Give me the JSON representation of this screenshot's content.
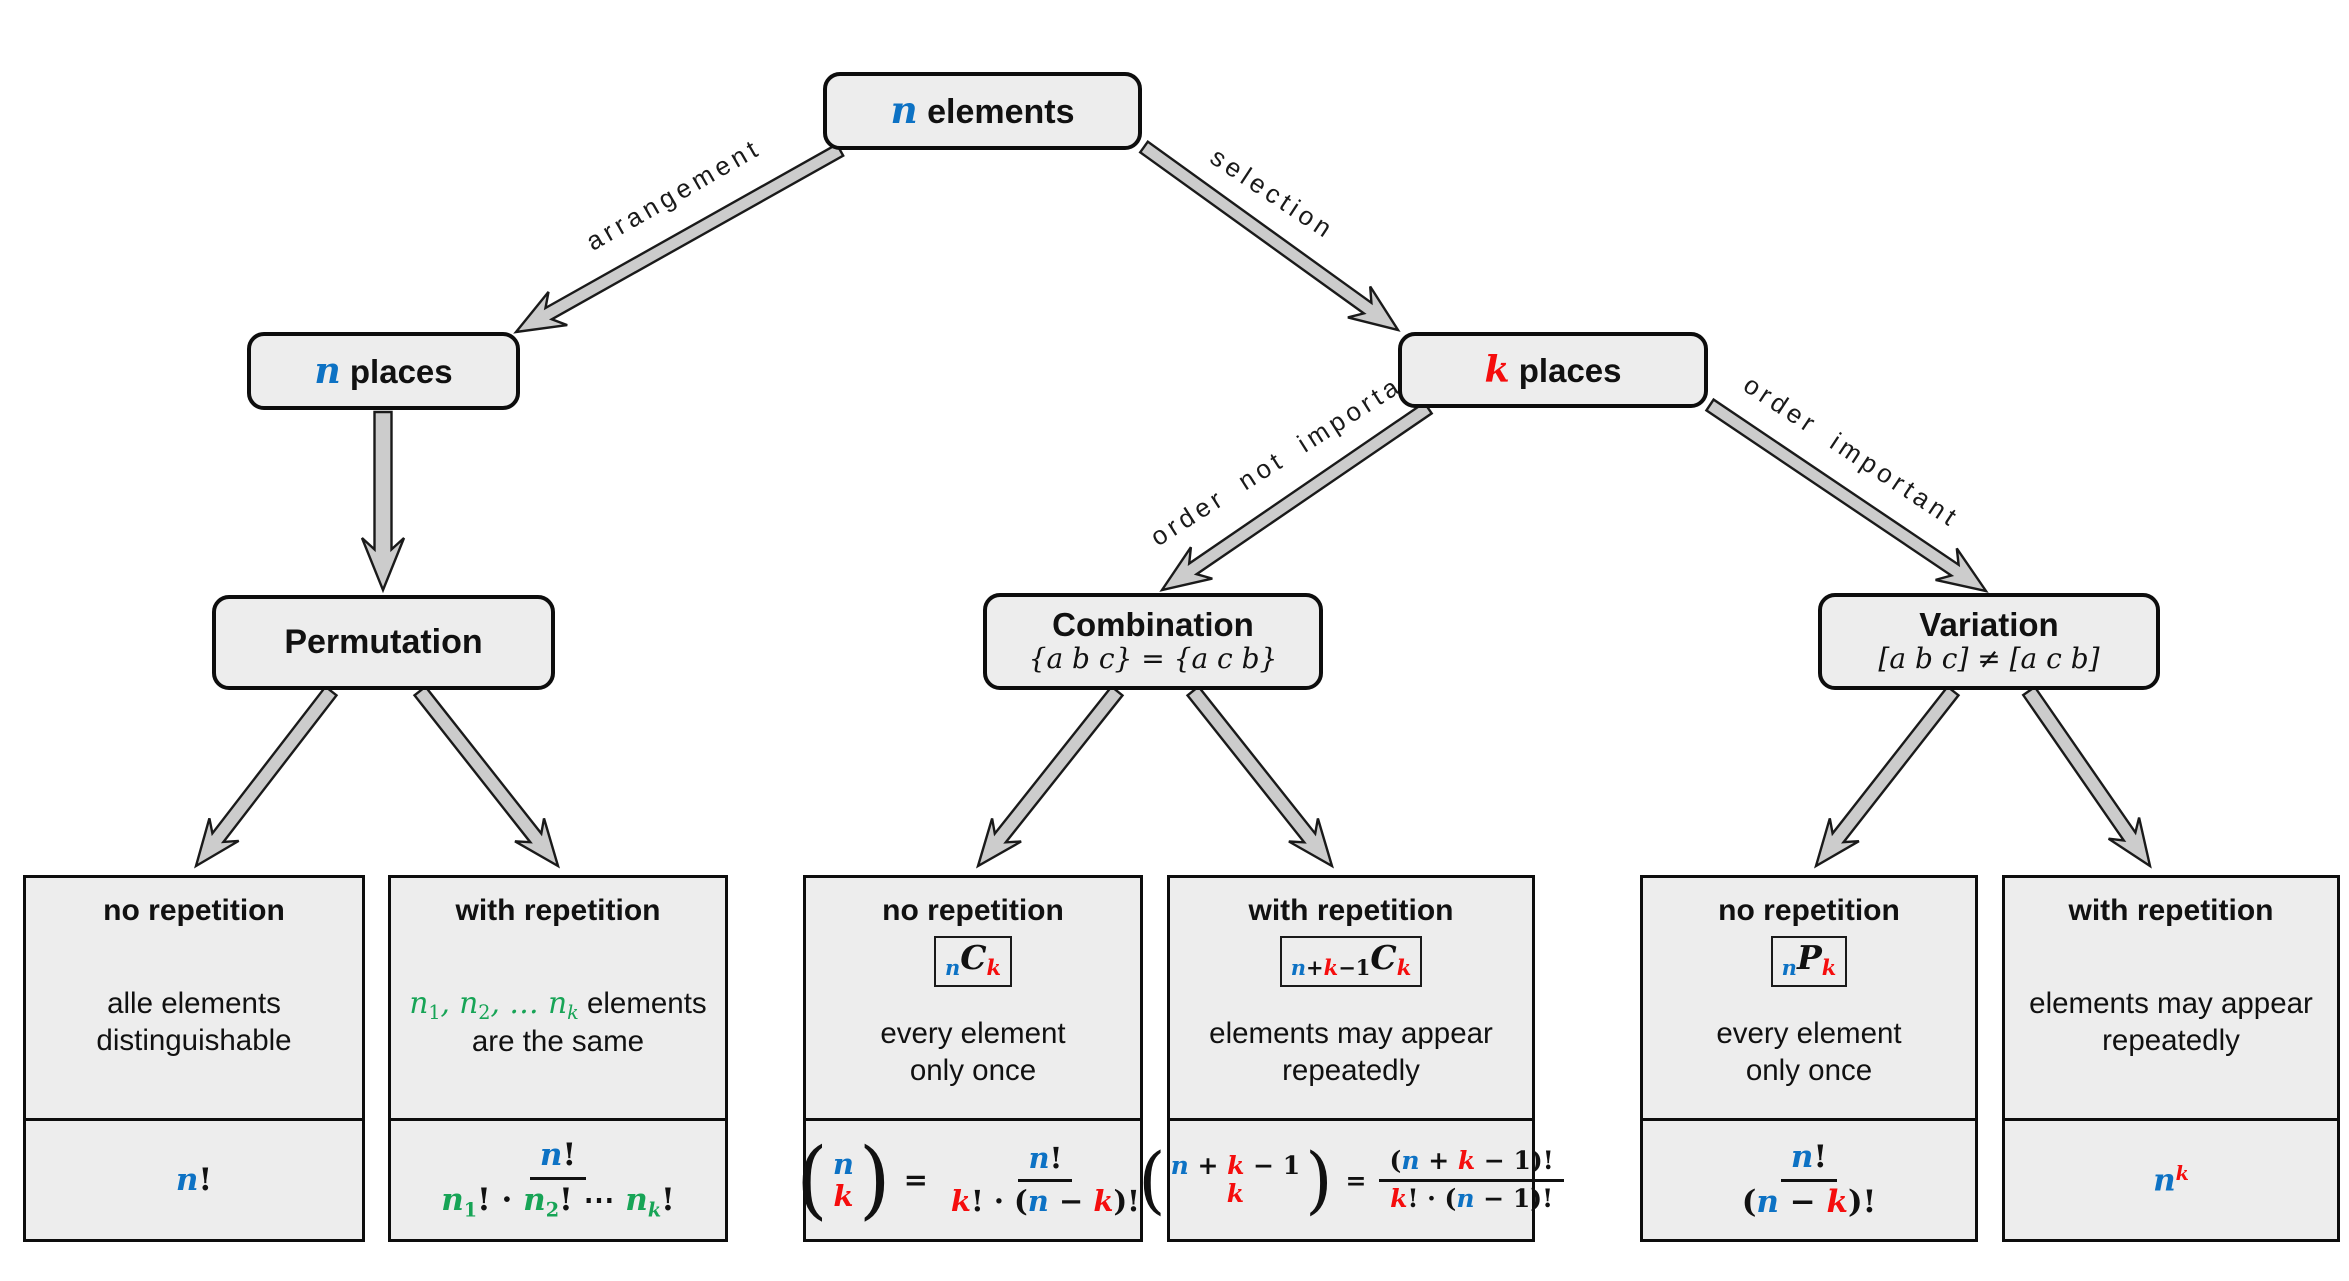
{
  "colors": {
    "blue": "#0d72c4",
    "red": "#f50d0d",
    "green": "#17a456",
    "box_fill": "#ededed",
    "box_border": "#0d0d0d",
    "arrow_fill": "#cccccc"
  },
  "notation": {
    "lparen": "(",
    "rparen": ")"
  },
  "edges": {
    "arrangement": "arrangement",
    "selection": "selection",
    "order_not_important": "order not important",
    "order_important": "order important"
  },
  "nodes": {
    "root": {
      "label": [
        {
          "t": "n",
          "c": "blue",
          "cls": "nm"
        },
        {
          "t": " elements"
        }
      ]
    },
    "n_places": {
      "label": [
        {
          "t": "n",
          "c": "blue",
          "cls": "nm"
        },
        {
          "t": " places"
        }
      ]
    },
    "k_places": {
      "label": [
        {
          "t": "k",
          "c": "red",
          "cls": "nm"
        },
        {
          "t": " places"
        }
      ]
    },
    "permutation": {
      "label": [
        {
          "t": "Permutation"
        }
      ]
    },
    "combination": {
      "label": [
        {
          "t": "Combination"
        }
      ],
      "sub": [
        {
          "t": "{a b c} = {a c b}"
        }
      ]
    },
    "variation": {
      "label": [
        {
          "t": "Variation"
        }
      ],
      "sub": [
        {
          "t": "[a b c] ≠ [a c b]"
        }
      ]
    }
  },
  "cells": [
    {
      "id": "permutation-no-repetition",
      "title": [
        {
          "t": "no repetition"
        }
      ],
      "badge": null,
      "desc": [
        {
          "t": "alle elements"
        },
        {
          "br": true
        },
        {
          "t": "distinguishable"
        }
      ],
      "formula": {
        "type": "plain",
        "segs": [
          {
            "t": "n",
            "c": "blue",
            "cls": "it"
          },
          {
            "t": "!"
          }
        ]
      }
    },
    {
      "id": "permutation-with-repetition",
      "title": [
        {
          "t": "with repetition"
        }
      ],
      "badge": null,
      "desc": [
        {
          "t": "n",
          "c": "green",
          "cls": "mi"
        },
        {
          "t": "1",
          "c": "green",
          "cls": "msub"
        },
        {
          "t": ", ",
          "c": "green",
          "cls": "mi"
        },
        {
          "t": "n",
          "c": "green",
          "cls": "mi"
        },
        {
          "t": "2",
          "c": "green",
          "cls": "msub"
        },
        {
          "t": ", … ",
          "c": "green",
          "cls": "mi"
        },
        {
          "t": "n",
          "c": "green",
          "cls": "mi"
        },
        {
          "t": "k",
          "c": "green",
          "cls": "msub mi"
        },
        {
          "t": " elements"
        },
        {
          "br": true
        },
        {
          "t": "are the same"
        }
      ],
      "formula": {
        "type": "frac",
        "num": [
          {
            "t": "n",
            "c": "blue",
            "cls": "it"
          },
          {
            "t": "!"
          }
        ],
        "den": [
          {
            "t": "n",
            "c": "green",
            "cls": "it"
          },
          {
            "t": "1",
            "c": "green",
            "cls": "sub"
          },
          {
            "t": "! · "
          },
          {
            "t": "n",
            "c": "green",
            "cls": "it"
          },
          {
            "t": "2",
            "c": "green",
            "cls": "sub"
          },
          {
            "t": "! ⋯ "
          },
          {
            "t": "n",
            "c": "green",
            "cls": "it"
          },
          {
            "t": "k",
            "c": "green",
            "cls": "sub it"
          },
          {
            "t": "!"
          }
        ]
      }
    },
    {
      "id": "combination-no-repetition",
      "title": [
        {
          "t": "no repetition"
        }
      ],
      "badge": [
        {
          "t": "n",
          "c": "blue",
          "cls": "bsub it"
        },
        {
          "t": "C",
          "cls": "bmain"
        },
        {
          "t": "k",
          "c": "red",
          "cls": "bsub it"
        }
      ],
      "desc": [
        {
          "t": "every element"
        },
        {
          "br": true
        },
        {
          "t": "only once"
        }
      ],
      "formula": {
        "type": "binom",
        "eq": "=",
        "top": [
          {
            "t": "n",
            "c": "blue",
            "cls": "it"
          }
        ],
        "bottom": [
          {
            "t": "k",
            "c": "red",
            "cls": "it"
          }
        ],
        "num": [
          {
            "t": "n",
            "c": "blue",
            "cls": "it"
          },
          {
            "t": "!"
          }
        ],
        "den": [
          {
            "t": "k",
            "c": "red",
            "cls": "it"
          },
          {
            "t": "! · ("
          },
          {
            "t": "n",
            "c": "blue",
            "cls": "it"
          },
          {
            "t": " − "
          },
          {
            "t": "k",
            "c": "red",
            "cls": "it"
          },
          {
            "t": ")!"
          }
        ]
      }
    },
    {
      "id": "combination-with-repetition",
      "title": [
        {
          "t": "with repetition"
        }
      ],
      "badge": [
        {
          "t": "n",
          "c": "blue",
          "cls": "bsub it"
        },
        {
          "t": "+",
          "cls": "bsub"
        },
        {
          "t": "k",
          "c": "red",
          "cls": "bsub it"
        },
        {
          "t": "−1",
          "cls": "bsub"
        },
        {
          "t": "C",
          "cls": "bmain"
        },
        {
          "t": "k",
          "c": "red",
          "cls": "bsub it"
        }
      ],
      "desc": [
        {
          "t": "elements may appear"
        },
        {
          "br": true
        },
        {
          "t": "repeatedly"
        }
      ],
      "formula": {
        "type": "binom",
        "eq": "=",
        "top": [
          {
            "t": "n",
            "c": "blue",
            "cls": "it"
          },
          {
            "t": " + "
          },
          {
            "t": "k",
            "c": "red",
            "cls": "it"
          },
          {
            "t": " − 1"
          }
        ],
        "bottom": [
          {
            "t": "k",
            "c": "red",
            "cls": "it"
          }
        ],
        "num": [
          {
            "t": "("
          },
          {
            "t": "n",
            "c": "blue",
            "cls": "it"
          },
          {
            "t": " + "
          },
          {
            "t": "k",
            "c": "red",
            "cls": "it"
          },
          {
            "t": " − 1)!"
          }
        ],
        "den": [
          {
            "t": "k",
            "c": "red",
            "cls": "it"
          },
          {
            "t": "! · ("
          },
          {
            "t": "n",
            "c": "blue",
            "cls": "it"
          },
          {
            "t": " − 1)!"
          }
        ]
      }
    },
    {
      "id": "variation-no-repetition",
      "title": [
        {
          "t": "no repetition"
        }
      ],
      "badge": [
        {
          "t": "n",
          "c": "blue",
          "cls": "bsub it"
        },
        {
          "t": "P",
          "cls": "bmain"
        },
        {
          "t": "k",
          "c": "red",
          "cls": "bsub it"
        }
      ],
      "desc": [
        {
          "t": "every element"
        },
        {
          "br": true
        },
        {
          "t": "only once"
        }
      ],
      "formula": {
        "type": "frac",
        "num": [
          {
            "t": "n",
            "c": "blue",
            "cls": "it"
          },
          {
            "t": "!"
          }
        ],
        "den": [
          {
            "t": "("
          },
          {
            "t": "n",
            "c": "blue",
            "cls": "it"
          },
          {
            "t": " − "
          },
          {
            "t": "k",
            "c": "red",
            "cls": "it"
          },
          {
            "t": ")!"
          }
        ]
      }
    },
    {
      "id": "variation-with-repetition",
      "title": [
        {
          "t": "with repetition"
        }
      ],
      "badge": null,
      "desc": [
        {
          "t": "elements may appear"
        },
        {
          "br": true
        },
        {
          "t": "repeatedly"
        }
      ],
      "formula": {
        "type": "plain",
        "segs": [
          {
            "t": "n",
            "c": "blue",
            "cls": "it"
          },
          {
            "t": "k",
            "c": "red",
            "cls": "sup it"
          }
        ]
      }
    }
  ]
}
